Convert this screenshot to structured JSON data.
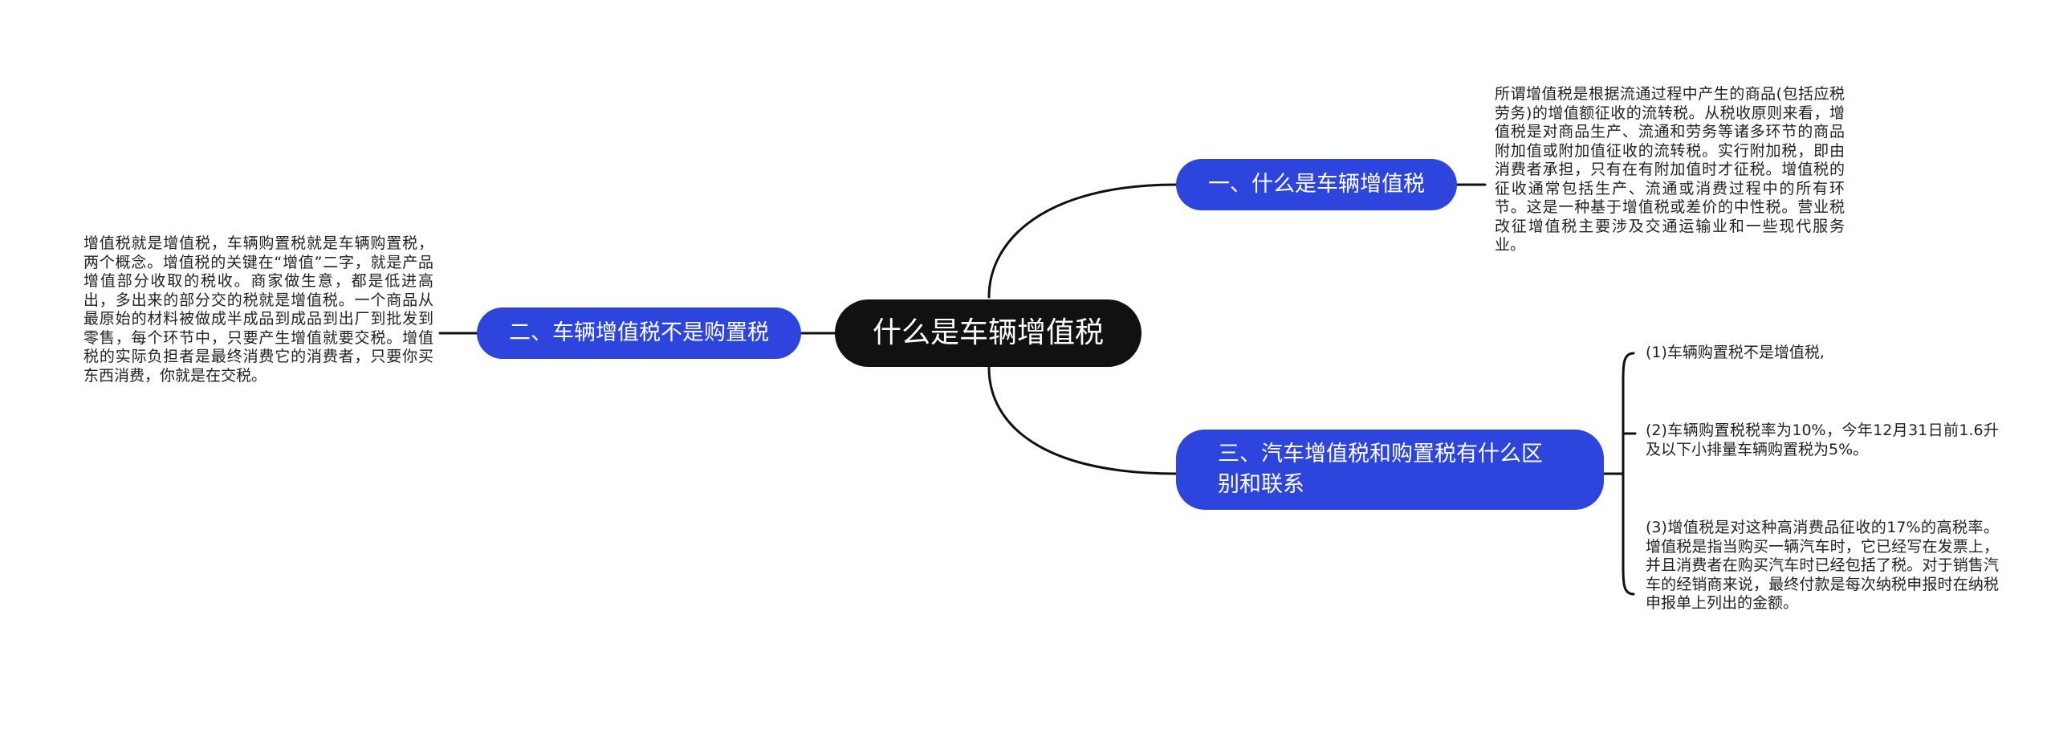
{
  "colors": {
    "root_fill": "#111111",
    "branch_fill": "#2d45dc",
    "connector": "#111111",
    "text": "#222222"
  },
  "root": {
    "label": "什么是车辆增值税"
  },
  "branches": [
    {
      "label": "一、什么是车辆增值税",
      "details": [
        "所谓增值税是根据流通过程中产生的商品(包括应税劳务)的增值额征收的流转税。从税收原则来看，增值税是对商品生产、流通和劳务等诸多环节的商品附加值或附加值征收的流转税。实行附加税，即由消费者承担，只有在有附加值时才征税。增值税的征收通常包括生产、流通或消费过程中的所有环节。这是一种基于增值税或差价的中性税。营业税改征增值税主要涉及交通运输业和一些现代服务业。"
      ]
    },
    {
      "label": "二、车辆增值税不是购置税",
      "details": [
        "增值税就是增值税，车辆购置税就是车辆购置税，两个概念。增值税的关键在“增值”二字，就是产品增值部分收取的税收。商家做生意，都是低进高出，多出来的部分交的税就是增值税。一个商品从最原始的材料被做成半成品到成品到出厂到批发到零售，每个环节中，只要产生增值就要交税。增值税的实际负担者是最终消费它的消费者，只要你买东西消费，你就是在交税。"
      ]
    },
    {
      "label": "三、汽车增值税和购置税有什么区别和联系",
      "details": [
        "(1)车辆购置税不是增值税,",
        "(2)车辆购置税税率为10%，今年12月31日前1.6升及以下小排量车辆购置税为5%。",
        "(3)增值税是对这种高消费品征收的17%的高税率。增值税是指当购买一辆汽车时，它已经写在发票上，并且消费者在购买汽车时已经包括了税。对于销售汽车的经销商来说，最终付款是每次纳税申报时在纳税申报单上列出的金额。"
      ]
    }
  ]
}
